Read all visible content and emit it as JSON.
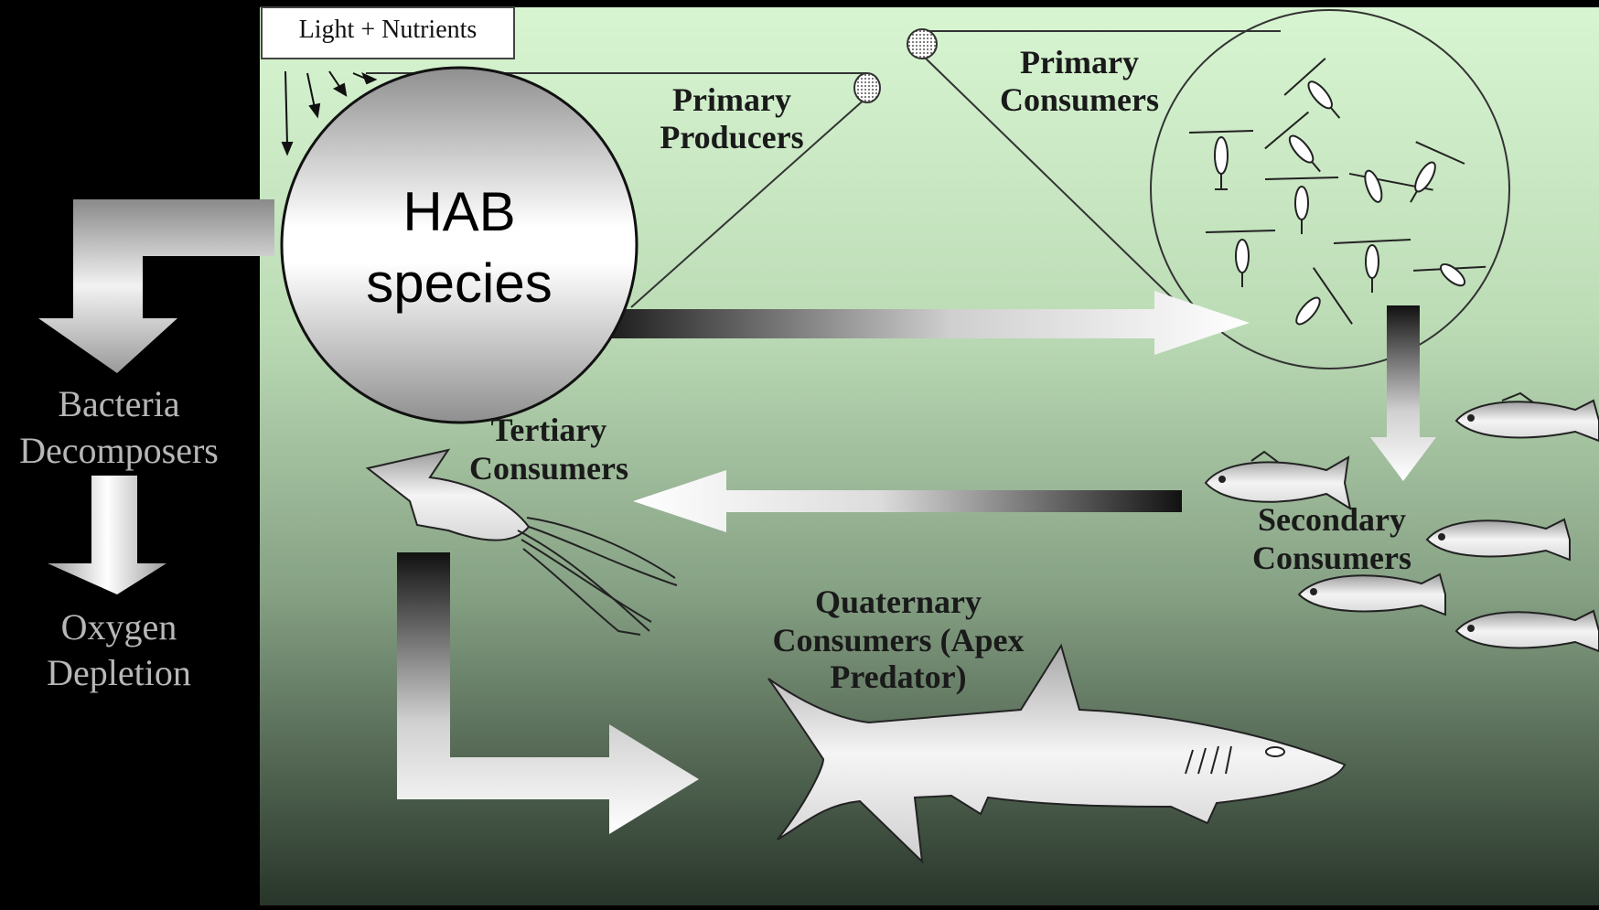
{
  "diagram": {
    "light_nutrients": "Light + Nutrients",
    "hab": {
      "line1": "HAB",
      "line2": "species"
    },
    "primary_producers": {
      "line1": "Primary",
      "line2": "Producers"
    },
    "primary_consumers": {
      "line1": "Primary",
      "line2": "Consumers"
    },
    "secondary_consumers": {
      "line1": "Secondary",
      "line2": "Consumers"
    },
    "tertiary_consumers": {
      "line1": "Tertiary",
      "line2": "Consumers"
    },
    "quaternary_consumers": {
      "line1": "Quaternary",
      "line2": "Consumers (Apex",
      "line3": "Predator)"
    },
    "bacteria": {
      "line1": "Bacteria",
      "line2": "Decomposers"
    },
    "oxygen": {
      "line1": "Oxygen",
      "line2": "Depletion"
    }
  },
  "colors": {
    "background_top": "#d8f5d2",
    "background_bottom": "#28352a",
    "side_panel": "#000000",
    "side_text": "#b7b7b7"
  }
}
